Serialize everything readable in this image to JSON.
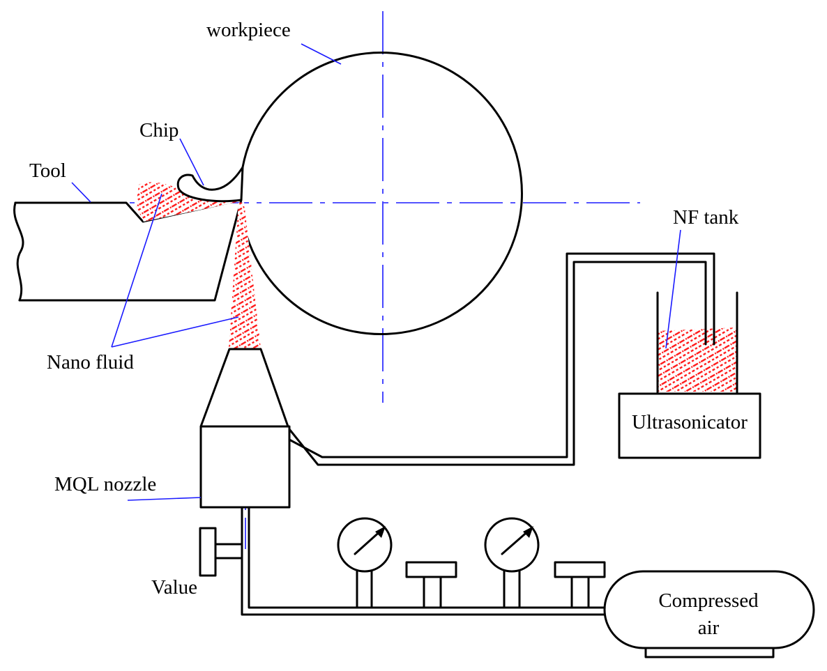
{
  "labels": {
    "workpiece": "workpiece",
    "chip": "Chip",
    "tool": "Tool",
    "nano_fluid": "Nano fluid",
    "nf_tank": "NF tank",
    "ultrasonicator": "Ultrasonicator",
    "mql_nozzle": "MQL nozzle",
    "value": "Value",
    "compressed_air_line1": "Compressed",
    "compressed_air_line2": "air"
  },
  "colors": {
    "line": "#000000",
    "leader": "#1a1aff",
    "center_line": "#1a1aff",
    "nano_fluid": "#ff1a1a"
  },
  "icons": {
    "pressure_gauge": "pressure-gauge-icon",
    "valve": "valve-handle-icon"
  }
}
